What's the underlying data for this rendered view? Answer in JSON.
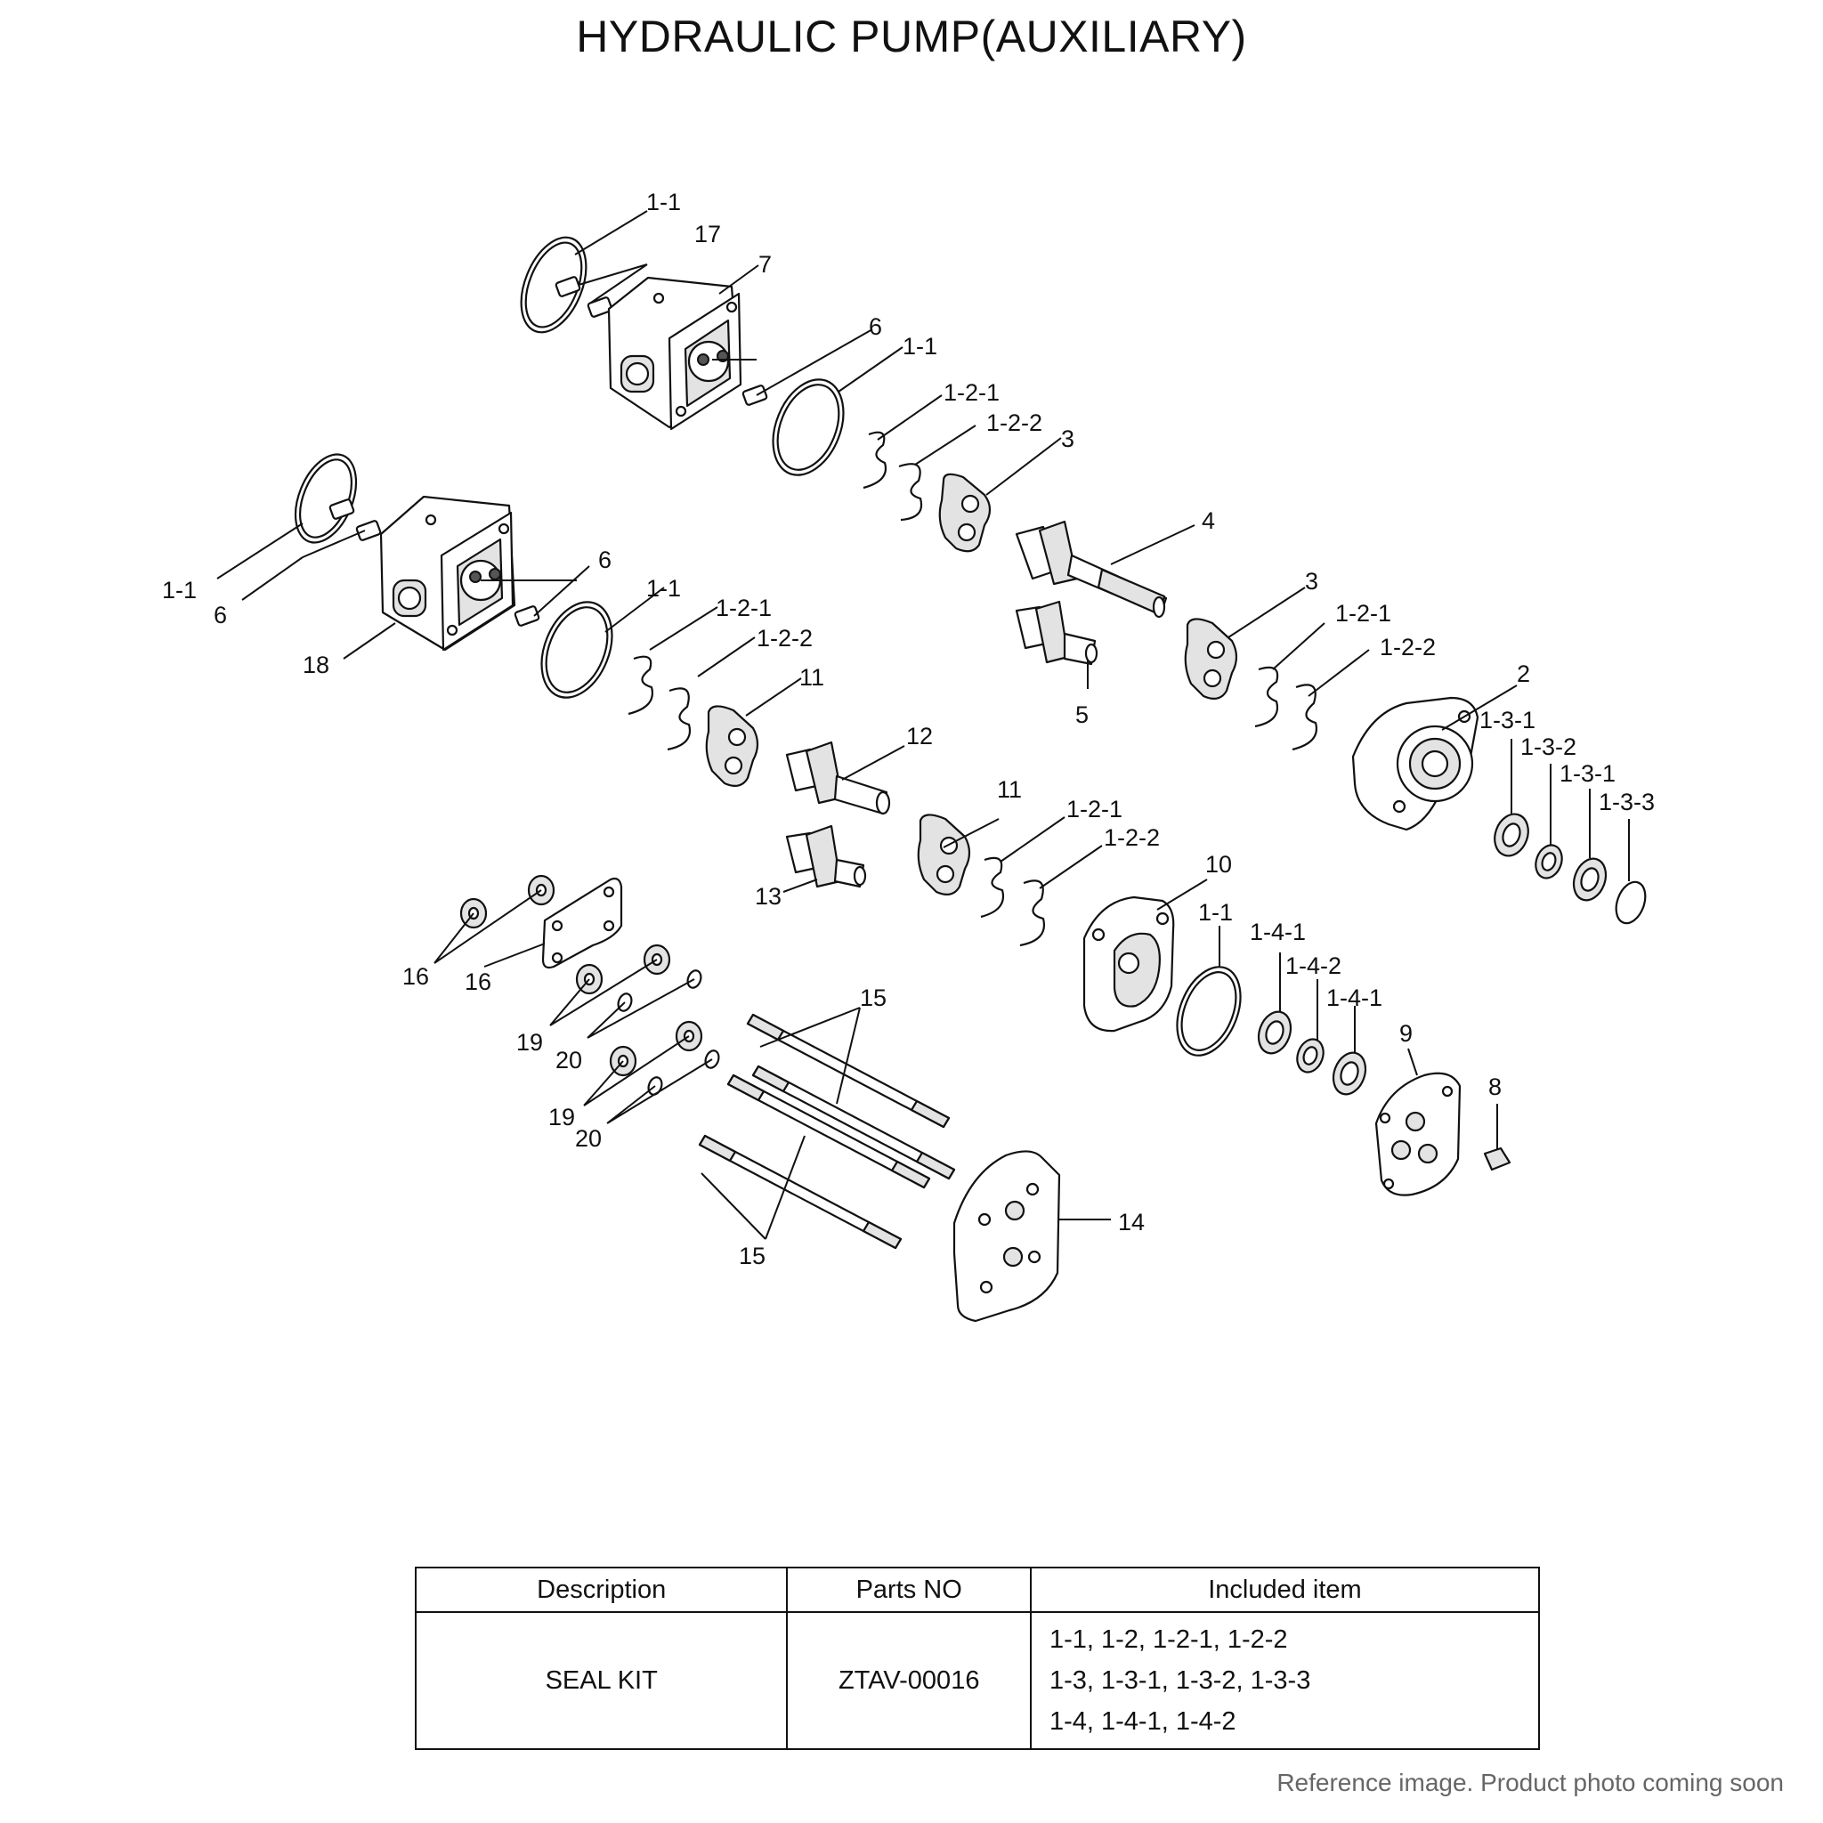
{
  "title": "HYDRAULIC PUMP(AUXILIARY)",
  "labels": {
    "l1": "1-1",
    "l2": "17",
    "l3": "7",
    "l4": "6",
    "l5": "1-1",
    "l6": "1-2-1",
    "l7": "1-2-2",
    "l8": "3",
    "l9": "4",
    "l10": "1-1",
    "l11": "6",
    "l12": "6",
    "l13": "1-1",
    "l14": "18",
    "l15": "1-2-1",
    "l16": "1-2-2",
    "l17": "11",
    "l18": "12",
    "l19": "5",
    "l20": "3",
    "l21": "1-2-1",
    "l22": "1-2-2",
    "l23": "2",
    "l24": "1-3-1",
    "l25": "1-3-2",
    "l26": "1-3-1",
    "l27": "1-3-3",
    "l28": "11",
    "l29": "1-2-1",
    "l30": "1-2-2",
    "l31": "13",
    "l32": "10",
    "l33": "1-1",
    "l34": "1-4-1",
    "l35": "1-4-2",
    "l36": "1-4-1",
    "l37": "9",
    "l38": "8",
    "l39": "16",
    "l40": "16",
    "l41": "19",
    "l42": "20",
    "l43": "19",
    "l44": "20",
    "l45": "15",
    "l46": "15",
    "l47": "14"
  },
  "table": {
    "headers": [
      "Description",
      "Parts NO",
      "Included item"
    ],
    "rows": [
      {
        "description": "SEAL KIT",
        "parts_no": "ZTAV-00016",
        "included": [
          "1-1, 1-2, 1-2-1, 1-2-2",
          "1-3, 1-3-1, 1-3-2, 1-3-3",
          "1-4, 1-4-1, 1-4-2"
        ]
      }
    ]
  },
  "footer": "Reference image. Product photo coming soon"
}
